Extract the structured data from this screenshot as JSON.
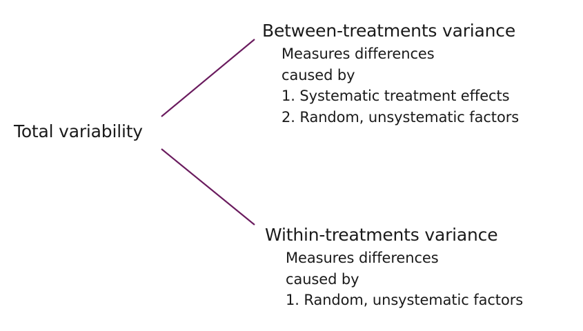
{
  "diagram": {
    "root": {
      "label": "Total variability"
    },
    "branches": [
      {
        "title": "Between-treatments variance",
        "description": {
          "intro": [
            "Measures differences",
            "caused by"
          ],
          "causes": [
            "1. Systematic treatment effects",
            "2. Random, unsystematic factors"
          ]
        }
      },
      {
        "title": "Within-treatments variance",
        "description": {
          "intro": [
            "Measures differences",
            "caused by"
          ],
          "causes": [
            "1. Random, unsystematic factors"
          ]
        }
      }
    ],
    "colors": {
      "connector": "#6a1b5e",
      "text": "#1a1a1a",
      "background": "#ffffff"
    }
  }
}
